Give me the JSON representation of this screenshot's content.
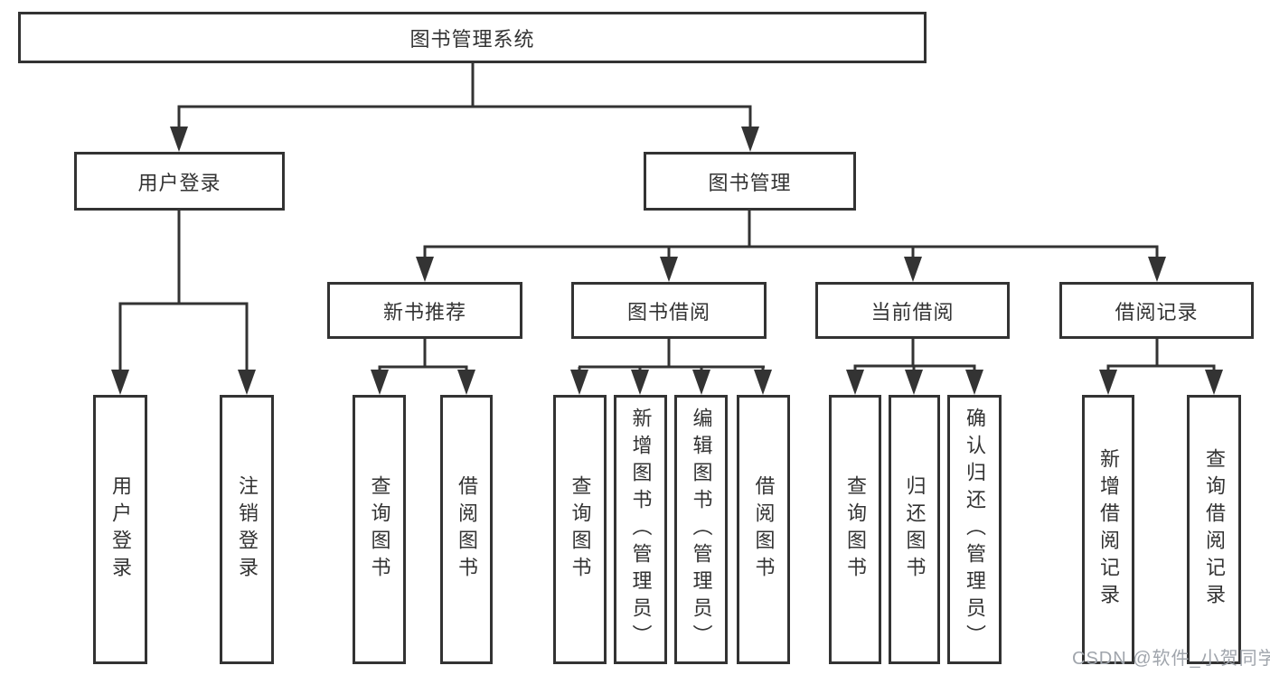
{
  "diagram": {
    "root": "图书管理系统",
    "level2": {
      "user_login": "用户登录",
      "book_management": "图书管理"
    },
    "level3": {
      "new_books": "新书推荐",
      "book_borrowing": "图书借阅",
      "current_borrowing": "当前借阅",
      "borrowing_records": "借阅记录"
    },
    "leaves": {
      "user_login": "用户登录",
      "logout": "注销登录",
      "nb_query_books": "查询图书",
      "nb_borrow_books": "借阅图书",
      "bb_query_books": "查询图书",
      "bb_add_books": "新增图书（管理员）",
      "bb_edit_books": "编辑图书（管理员）",
      "bb_borrow_books": "借阅图书",
      "cb_query_books": "查询图书",
      "cb_return_books": "归还图书",
      "cb_confirm_return": "确认归还（管理员）",
      "br_add_record": "新增借阅记录",
      "br_query_record": "查询借阅记录"
    }
  },
  "watermark": "CSDN @软件_小贺同学",
  "colors": {
    "line": "#333333",
    "box_border": "#333333",
    "text": "#333333",
    "watermark": "#a0a5ac",
    "background": "#ffffff"
  }
}
